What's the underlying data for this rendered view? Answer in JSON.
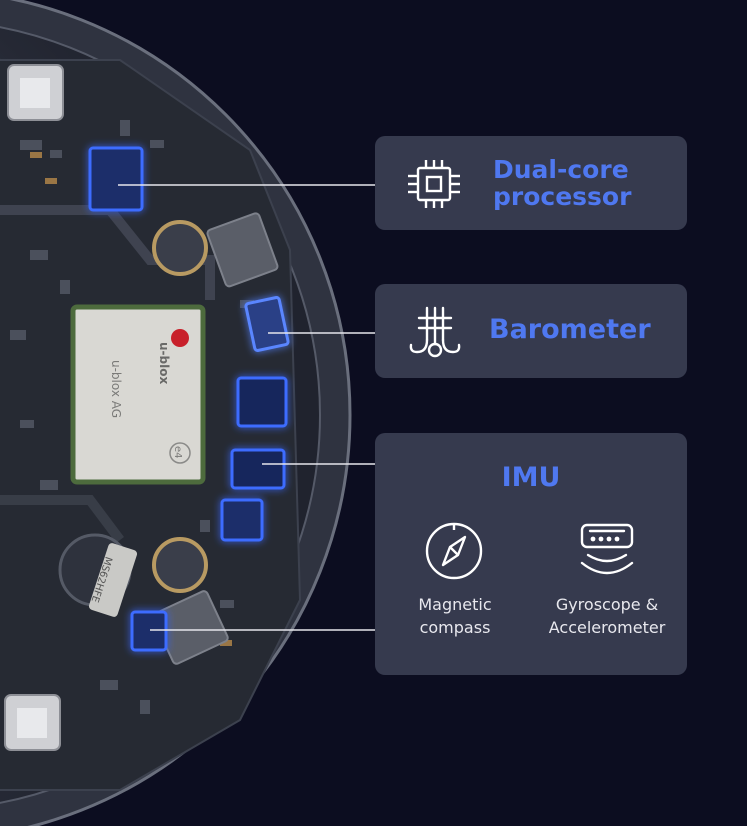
{
  "features": {
    "processor": {
      "title_line1": "Dual-core",
      "title_line2": "processor",
      "icon": "cpu-chip-icon"
    },
    "barometer": {
      "title": "Barometer",
      "icon": "barometer-icon"
    },
    "imu": {
      "title": "IMU",
      "compass": {
        "label_line1": "Magnetic",
        "label_line2": "compass",
        "icon": "compass-icon"
      },
      "gyro": {
        "label_line1": "Gyroscope &",
        "label_line2": "Accelerometer",
        "icon": "gyroscope-icon"
      }
    }
  },
  "module": {
    "brand": "u-blox",
    "maker": "u-blox AG",
    "code": "e4"
  },
  "chip_marking": "MS62HFE",
  "colors": {
    "background": "#0c0d20",
    "card": "#363a4e",
    "accent": "#4f78f0",
    "chip_glow": "#3c6cff"
  }
}
